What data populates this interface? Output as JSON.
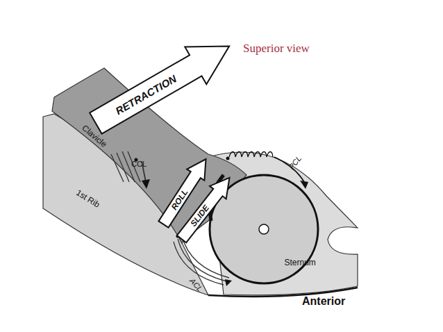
{
  "diagram": {
    "nodes": [
      {
        "text": [
          "RETRACTION"
        ]
      },
      {
        "text": [
          "ROLL"
        ]
      },
      {
        "text": [
          "SLIDE"
        ]
      }
    ],
    "labels": [
      "Superior view",
      "Clavicle",
      "CCL",
      "1st Rib",
      "PCL",
      "Sternum",
      "ACL",
      "Anterior"
    ]
  }
}
